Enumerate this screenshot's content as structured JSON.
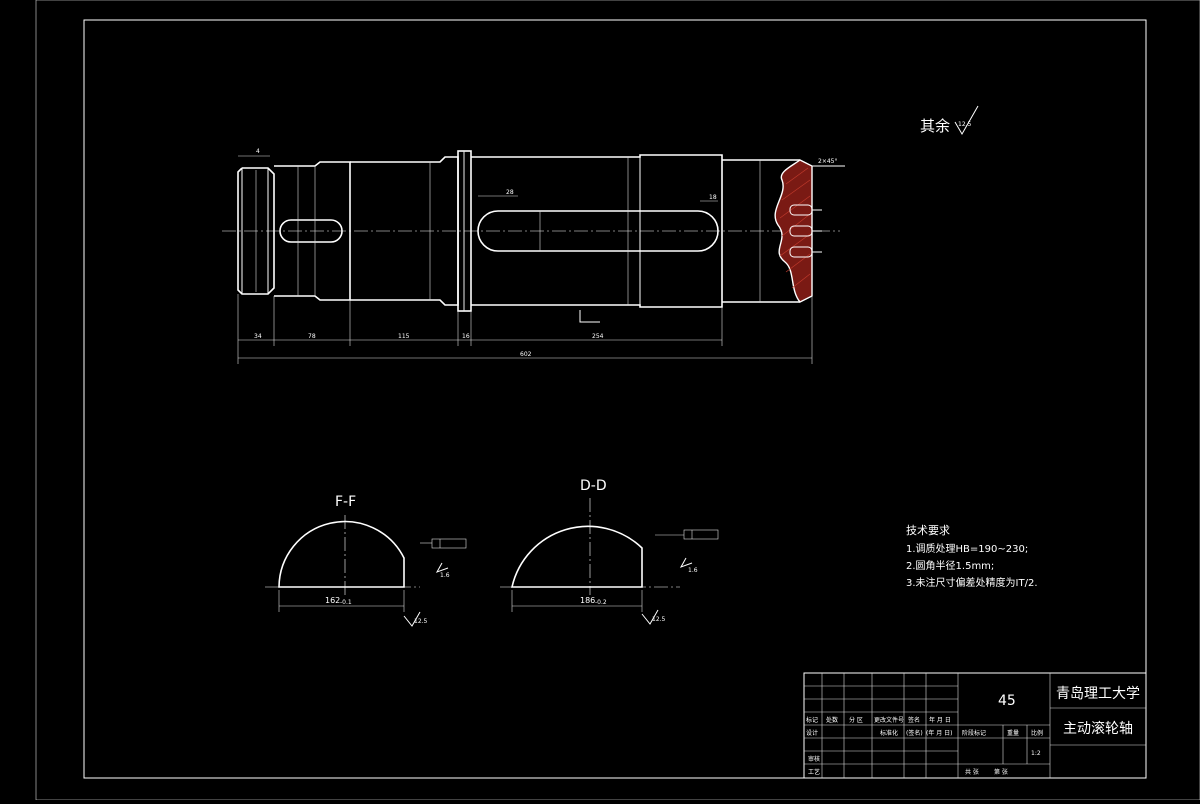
{
  "surface_note": {
    "prefix": "其余",
    "value": "12.5"
  },
  "main_view": {
    "dims_bottom": [
      "34",
      "78",
      "115",
      "16",
      "254"
    ],
    "overall_length": "602",
    "chamfer": "2×45°",
    "top_left_dim": "4",
    "key_dims": [
      "28",
      "18"
    ]
  },
  "section_f": {
    "title": "F-F",
    "width_dim": "162",
    "width_tol": "-0.1",
    "roughness_a": "12.5",
    "roughness_b": "1.6"
  },
  "section_d": {
    "title": "D-D",
    "width_dim": "186",
    "width_tol": "-0.2",
    "roughness_a": "12.5",
    "roughness_b": "1.6"
  },
  "tech_req": {
    "title": "技术要求",
    "items": [
      "1.调质处理HB=190~230;",
      "2.圆角半径1.5mm;",
      "3.未注尺寸偏差处精度为IT/2."
    ]
  },
  "title_block": {
    "material": "45",
    "university": "青岛理工大学",
    "part_name": "主动滚轮轴",
    "row_labels": [
      "标记",
      "处数",
      "分 区",
      "更改文件号",
      "签名",
      "年 月 日"
    ],
    "designer_row": [
      "设计",
      "标准化",
      "(签名)",
      "(年 月 日)"
    ],
    "stage_labels": [
      "阶段标记",
      "重量",
      "比例"
    ],
    "scale": "1:2",
    "review": "审核",
    "process": "工艺",
    "sheets": "共 张",
    "sheet_no": "第 张"
  }
}
